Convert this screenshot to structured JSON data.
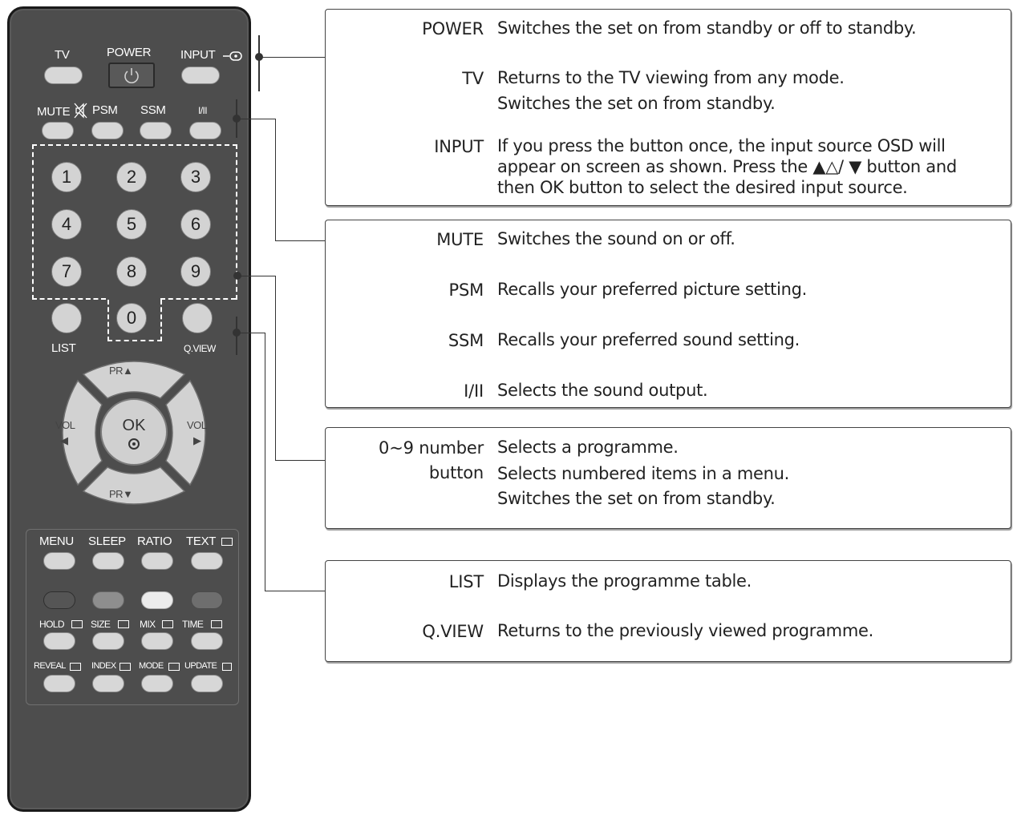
{
  "remote": {
    "tv": "TV",
    "power": "POWER",
    "input": "INPUT",
    "mute": "MUTE",
    "psm": "PSM",
    "ssm": "SSM",
    "i_ii": "I/II",
    "numbers": [
      "1",
      "2",
      "3",
      "4",
      "5",
      "6",
      "7",
      "8",
      "9",
      "0"
    ],
    "list": "LIST",
    "qview": "Q.VIEW",
    "pr_up": "PR▲",
    "pr_down": "PR▼",
    "vol_left": "VOL",
    "vol_right": "VOL",
    "ok": "OK",
    "menu": "MENU",
    "sleep": "SLEEP",
    "ratio": "RATIO",
    "text": "TEXT",
    "hold": "HOLD",
    "size": "SIZE",
    "mix": "MIX",
    "time": "TIME",
    "reveal": "REVEAL",
    "index": "INDEX",
    "mode": "MODE",
    "update": "UPDATE"
  },
  "callouts": {
    "box1": [
      {
        "term": "POWER",
        "desc": [
          "Switches the set on from standby or off to standby."
        ]
      },
      {
        "term": "TV",
        "desc": [
          "Returns to the TV viewing from any mode.",
          "Switches the set on from standby."
        ]
      },
      {
        "term": "INPUT",
        "desc": [
          "If you press the button once, the input source OSD will",
          "appear on screen as shown. Press the ▲△/ ▼ button and",
          "then OK button to select the desired input source."
        ]
      }
    ],
    "box2": [
      {
        "term": "MUTE",
        "desc": [
          "Switches the sound on or off."
        ]
      },
      {
        "term": "PSM",
        "desc": [
          "Recalls your preferred picture setting."
        ]
      },
      {
        "term": "SSM",
        "desc": [
          "Recalls your preferred sound setting."
        ]
      },
      {
        "term": "I/II",
        "desc": [
          "Selects the sound output."
        ]
      }
    ],
    "box3": [
      {
        "term": "0~9 number",
        "term2": "button",
        "desc": [
          "Selects a programme.",
          "Selects numbered items in a menu.",
          "Switches the set on from standby."
        ]
      }
    ],
    "box4": [
      {
        "term": "LIST",
        "desc": [
          "Displays the programme table."
        ]
      },
      {
        "term": "Q.VIEW",
        "desc": [
          "Returns to the previously viewed programme."
        ]
      }
    ]
  }
}
